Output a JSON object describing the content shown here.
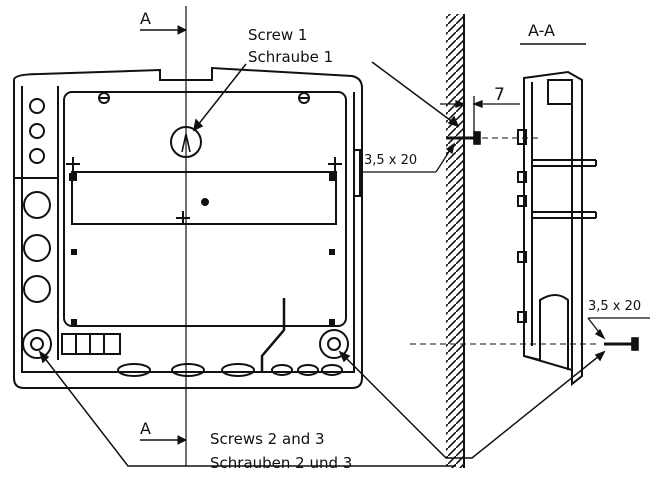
{
  "labels": {
    "section_top": "A",
    "section_bottom": "A",
    "section_view": "A-A",
    "screw1_en": "Screw 1",
    "screw1_de": "Schraube 1",
    "dim_7": "7",
    "size_left": "3,5 x 20",
    "size_right": "3,5 x 20",
    "screws23_en": "Screws 2 and 3",
    "screws23_de": "Schrauben 2 und 3"
  },
  "colors": {
    "line": "#111111",
    "background": "#ffffff"
  }
}
